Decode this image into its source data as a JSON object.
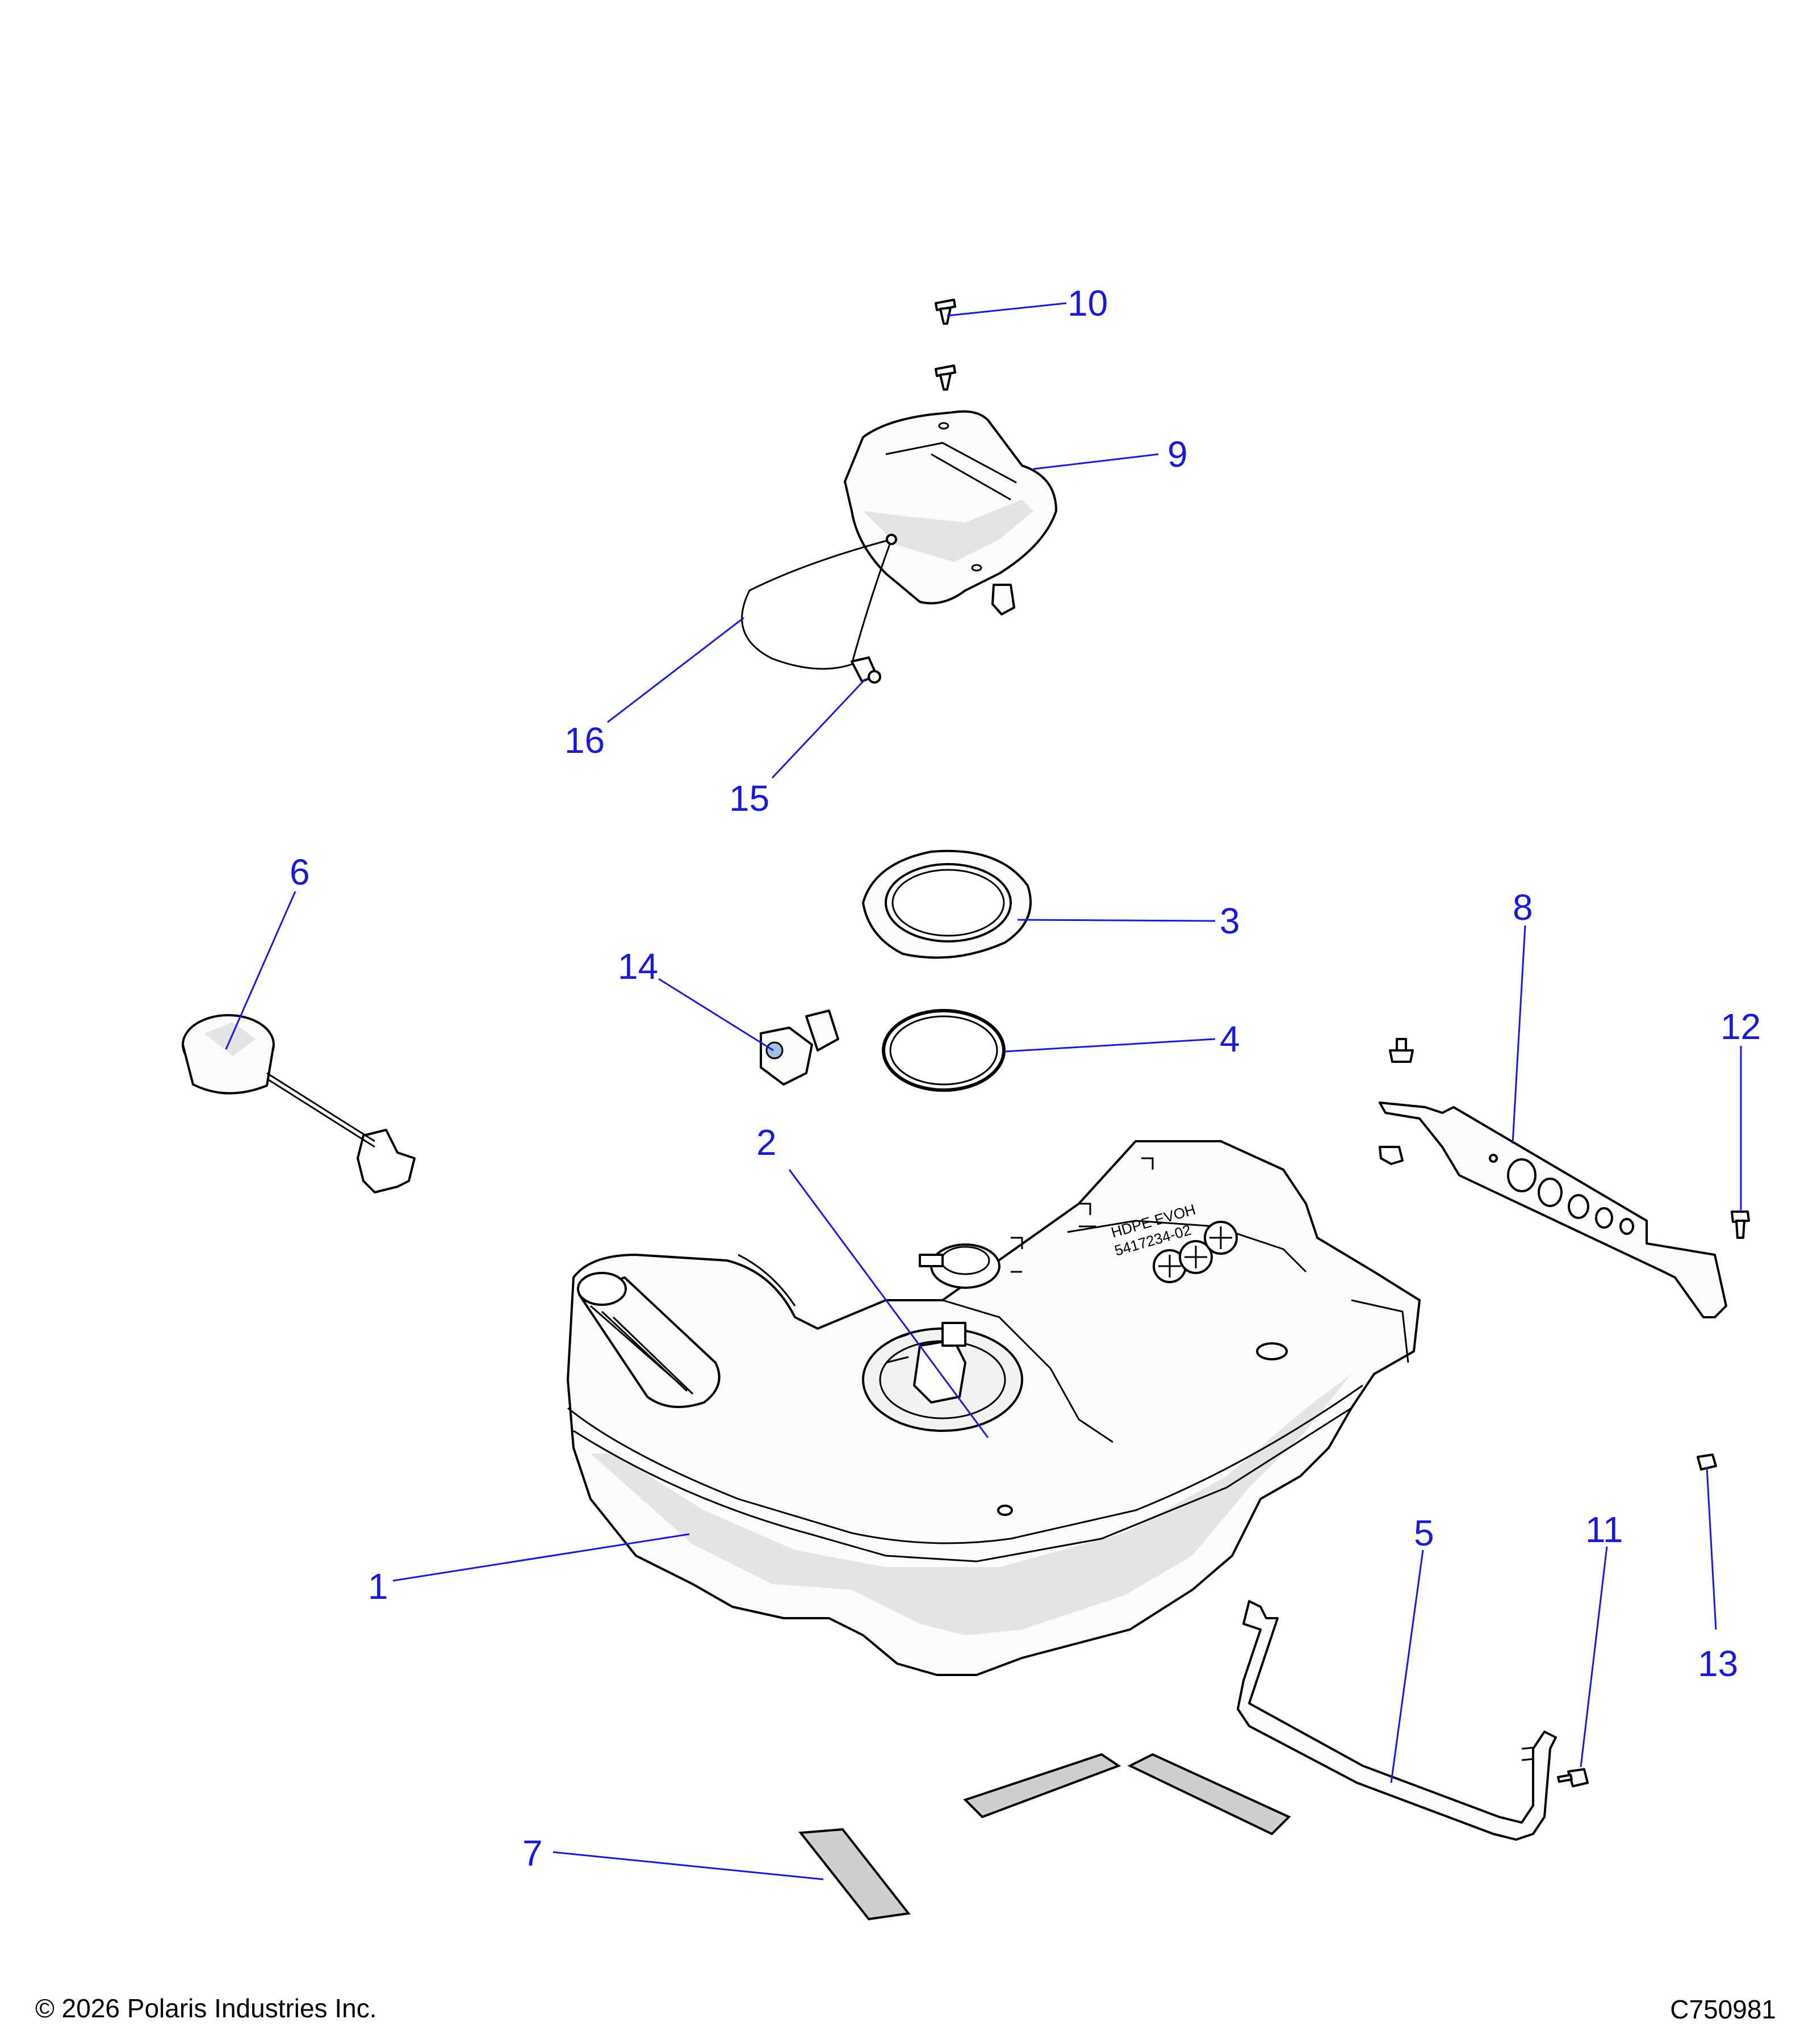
{
  "diagram": {
    "callouts": [
      {
        "id": "c1",
        "label": "1"
      },
      {
        "id": "c2",
        "label": "2"
      },
      {
        "id": "c3",
        "label": "3"
      },
      {
        "id": "c4",
        "label": "4"
      },
      {
        "id": "c5",
        "label": "5"
      },
      {
        "id": "c6",
        "label": "6"
      },
      {
        "id": "c7",
        "label": "7"
      },
      {
        "id": "c8",
        "label": "8"
      },
      {
        "id": "c9",
        "label": "9"
      },
      {
        "id": "c10",
        "label": "10"
      },
      {
        "id": "c11",
        "label": "11"
      },
      {
        "id": "c12",
        "label": "12"
      },
      {
        "id": "c13",
        "label": "13"
      },
      {
        "id": "c14",
        "label": "14"
      },
      {
        "id": "c15",
        "label": "15"
      },
      {
        "id": "c16",
        "label": "16"
      }
    ],
    "tank_markings": {
      "line1": "HDPE EVOH",
      "line2": "5417234-02"
    }
  },
  "footer": {
    "copyright": "© 2026 Polaris Industries Inc.",
    "figure_id": "C750981"
  },
  "colors": {
    "callout": "#1a1ad6",
    "line": "#000000",
    "part_fill": "#fbfbfb"
  }
}
